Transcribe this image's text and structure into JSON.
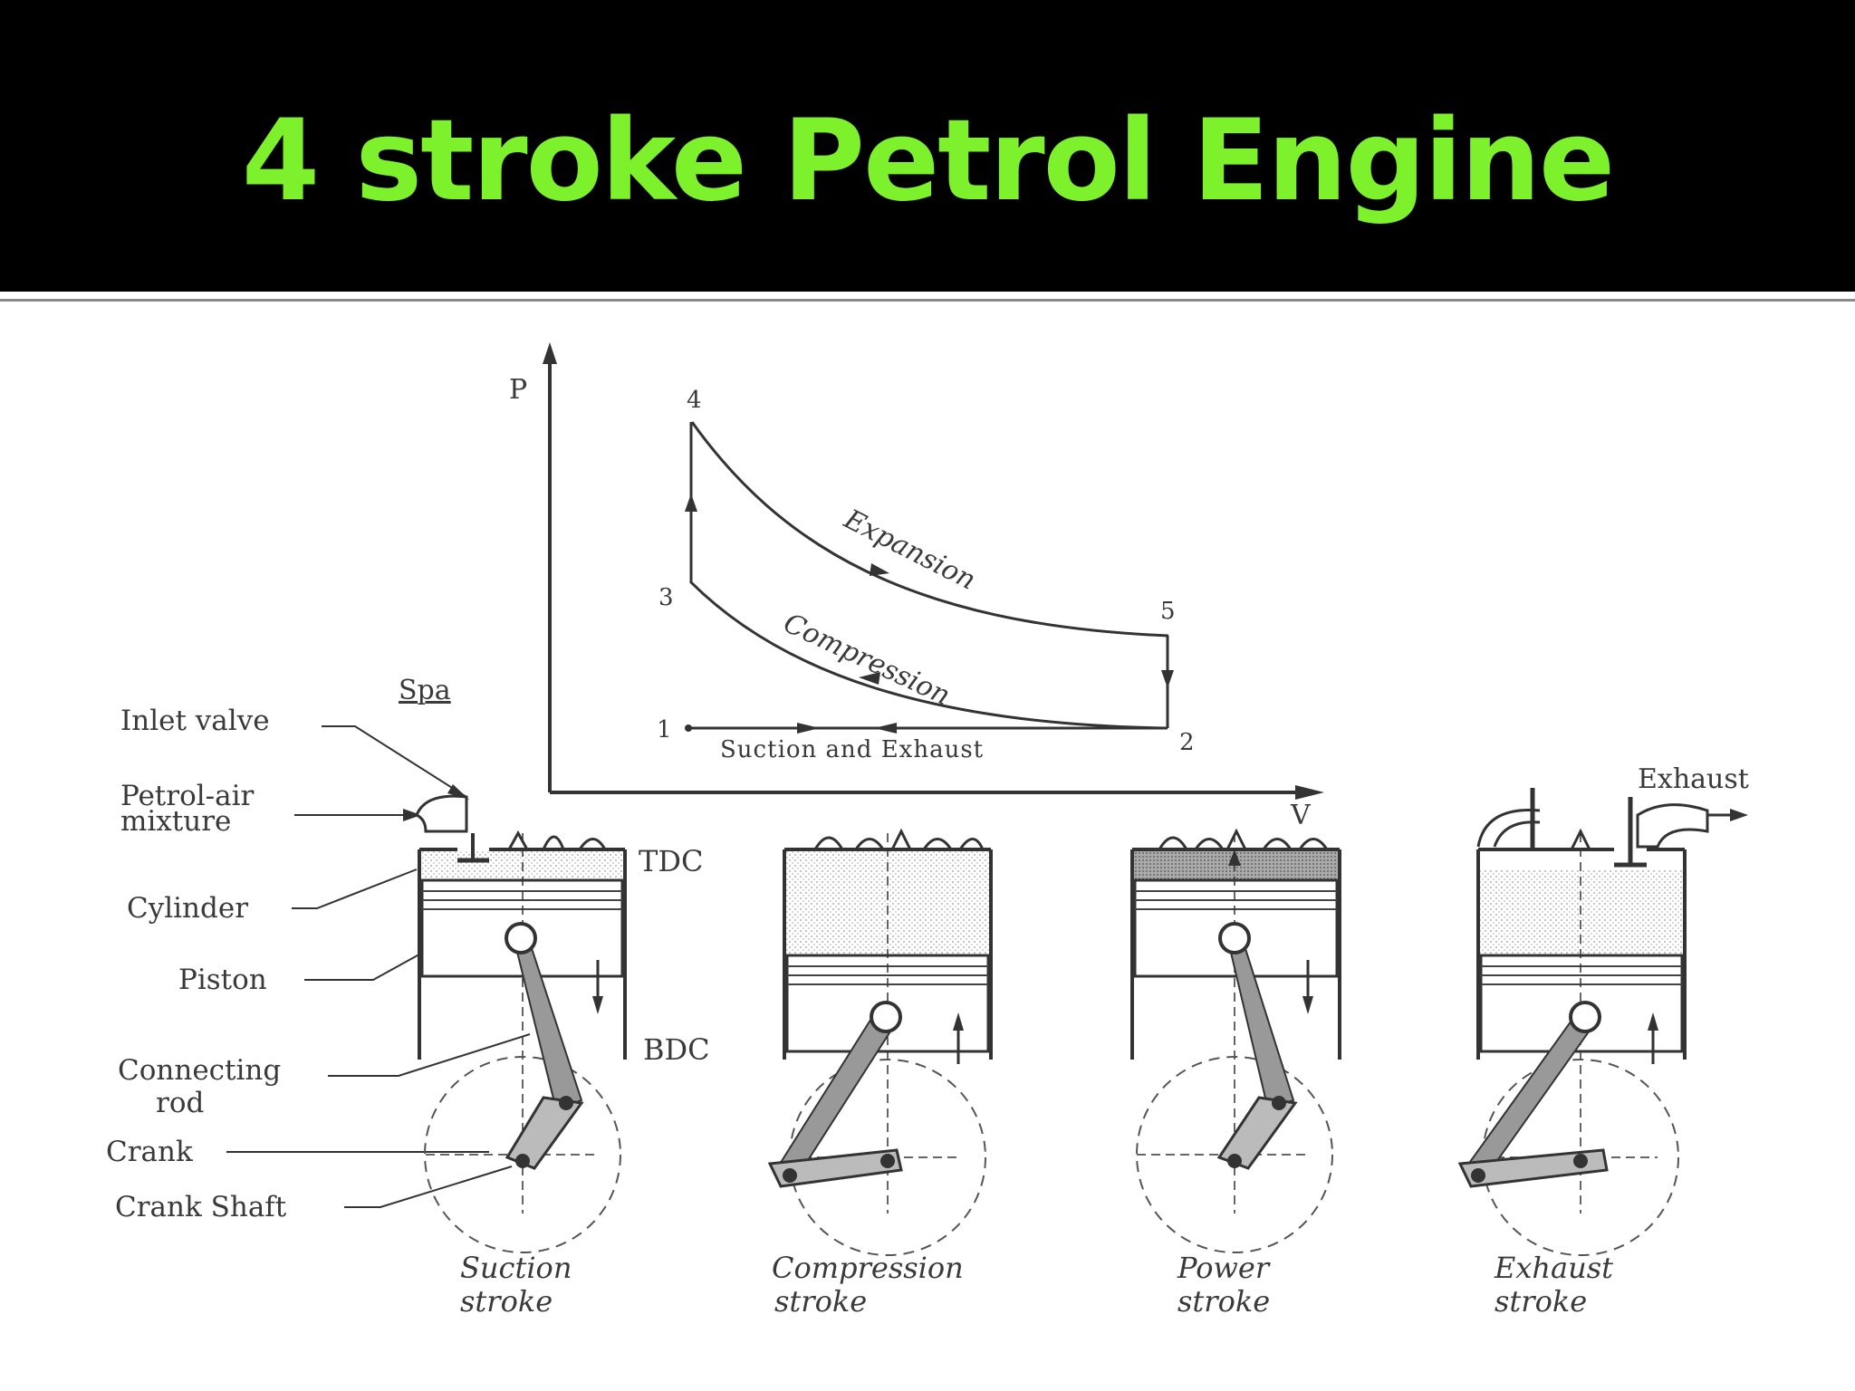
{
  "title": "4 stroke Petrol Engine",
  "colors": {
    "title": "#7cf12c",
    "header_bg": "#000000",
    "ink": "#333333"
  },
  "pv_diagram": {
    "y_axis_label": "P",
    "x_axis_label": "V",
    "points": {
      "p1": "1",
      "p2": "2",
      "p3": "3",
      "p4": "4",
      "p5": "5"
    },
    "expansion_label": "Expansion",
    "compression_label": "Compression",
    "suction_exhaust_label": "Suction and Exhaust"
  },
  "labels": {
    "spa": "Spa",
    "inlet_valve": "Inlet valve",
    "petrol_air_1": "Petrol-air",
    "petrol_air_2": "mixture",
    "cylinder": "Cylinder",
    "piston": "Piston",
    "connecting_rod_1": "Connecting",
    "connecting_rod_2": "rod",
    "crank": "Crank",
    "crank_shaft": "Crank Shaft",
    "tdc": "TDC",
    "bdc": "BDC",
    "exhaust": "Exhaust"
  },
  "strokes": [
    {
      "line1": "Suction",
      "line2": "stroke"
    },
    {
      "line1": "Compression",
      "line2": "stroke"
    },
    {
      "line1": "Power",
      "line2": "stroke"
    },
    {
      "line1": "Exhaust",
      "line2": "stroke"
    }
  ]
}
